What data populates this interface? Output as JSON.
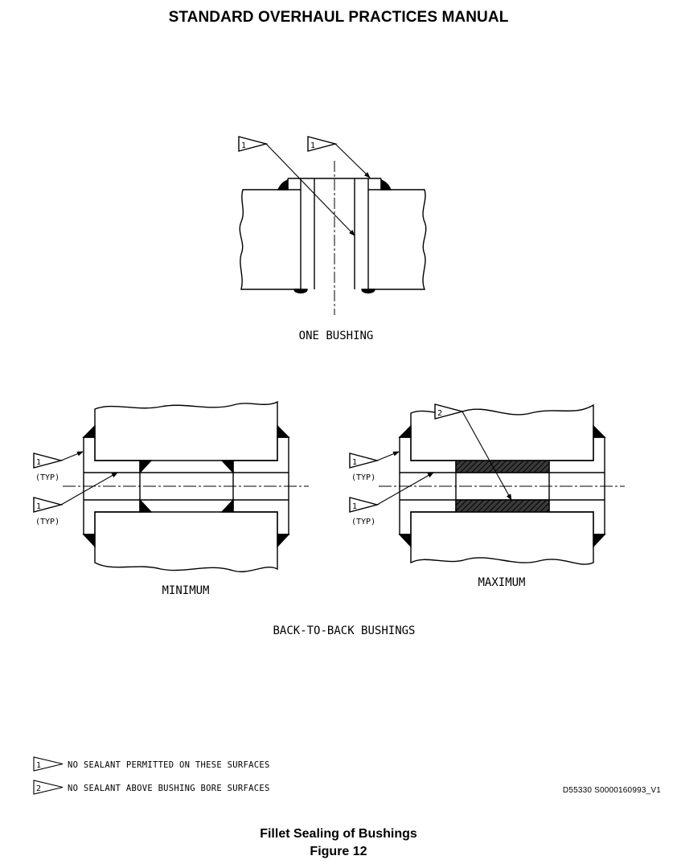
{
  "header": {
    "title": "STANDARD OVERHAUL PRACTICES MANUAL"
  },
  "views": {
    "one_bushing": {
      "label": "ONE BUSHING",
      "callouts": [
        "1",
        "1"
      ]
    },
    "back_to_back": {
      "label": "BACK-TO-BACK BUSHINGS",
      "minimum": {
        "label": "MINIMUM",
        "callouts": [
          "1",
          "1"
        ],
        "typ_label": "(TYP)"
      },
      "maximum": {
        "label": "MAXIMUM",
        "callouts": [
          "1",
          "1",
          "2"
        ],
        "typ_label": "(TYP)"
      }
    }
  },
  "legend": [
    {
      "number": "1",
      "text": "NO SEALANT PERMITTED ON THESE SURFACES"
    },
    {
      "number": "2",
      "text": "NO SEALANT ABOVE BUSHING BORE SURFACES"
    }
  ],
  "drawing_id": "D55330 S0000160993_V1",
  "caption": {
    "title": "Fillet Sealing of Bushings",
    "figure": "Figure 12"
  }
}
